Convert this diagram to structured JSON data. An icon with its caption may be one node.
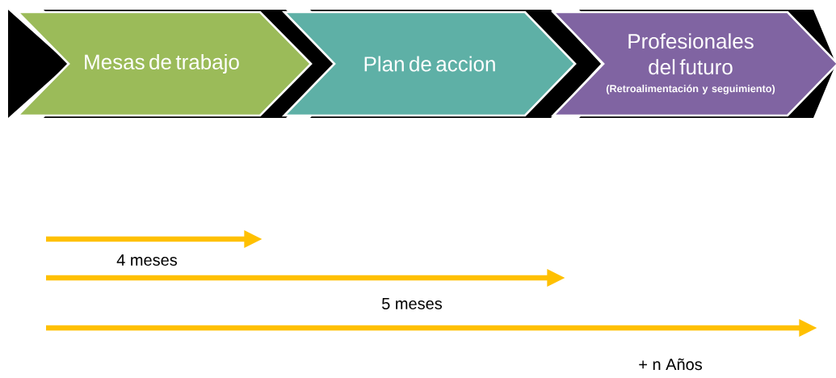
{
  "diagram": {
    "nodes": [
      {
        "text": [
          "Mesas de trabajo"
        ]
      },
      {
        "text": [
          "Plan de accion"
        ]
      },
      {
        "text": [
          "Profesionales del futuro",
          "(Retroalimentación y seguimiento)"
        ]
      }
    ],
    "labels": [
      "4 meses",
      "5 meses",
      "+ n Años"
    ]
  }
}
